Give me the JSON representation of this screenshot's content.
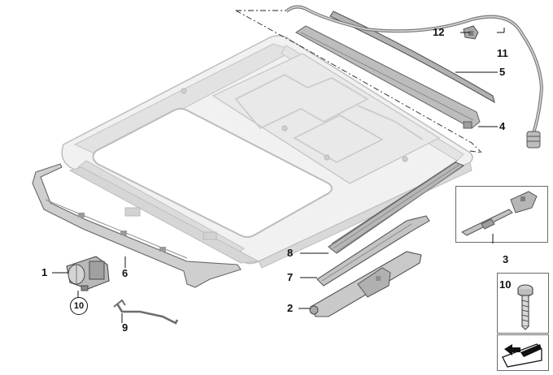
{
  "diagram": {
    "callouts": {
      "p1": "1",
      "p2": "2",
      "p4": "4",
      "p5": "5",
      "p6": "6",
      "p7": "7",
      "p8": "8",
      "p9": "9",
      "p11": "11",
      "p12": "12",
      "p3": "3",
      "p10_box": "10",
      "p10_circled": "10"
    },
    "colors": {
      "frame": "#c8c8c8",
      "frame_shade": "#b4b4b4",
      "part": "#9a9a9a",
      "part_dark": "#5a5a5a",
      "leader": "#111111",
      "box_border": "#6b6b6b"
    },
    "icons": [
      "electric-motor-icon",
      "bolt-icon",
      "part-catalogue-symbol-icon"
    ]
  }
}
